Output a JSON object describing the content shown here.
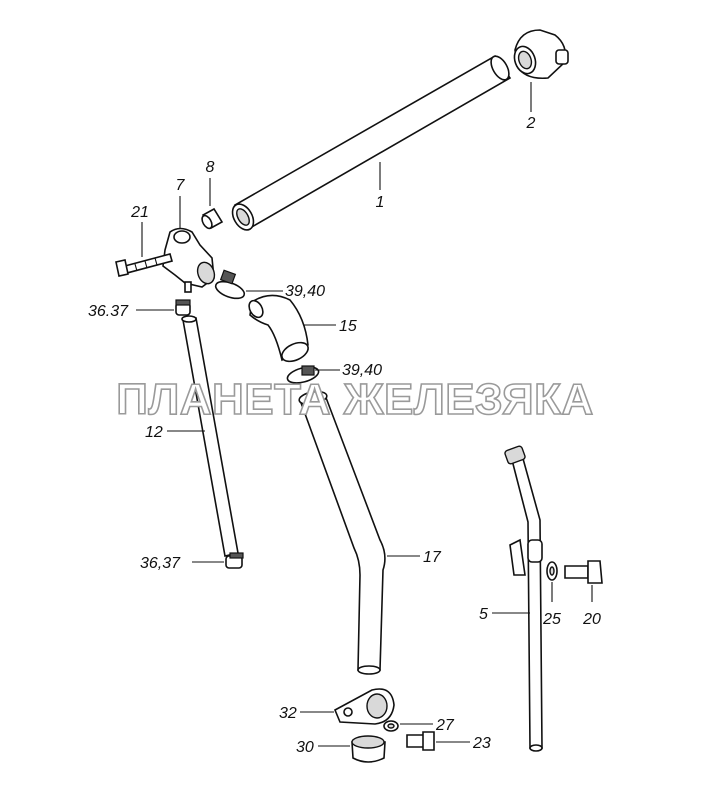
{
  "watermark": "ПЛАНЕТА ЖЕЛЕЗЯКА",
  "callouts": {
    "c1": "1",
    "c2": "2",
    "c5": "5",
    "c7": "7",
    "c8": "8",
    "c12": "12",
    "c15": "15",
    "c17": "17",
    "c20": "20",
    "c21": "21",
    "c23": "23",
    "c25": "25",
    "c27": "27",
    "c30": "30",
    "c32": "32",
    "c3637_top": "36.37",
    "c3637_bottom": "36,37",
    "c3940_top": "39,40",
    "c3940_bottom": "39,40"
  },
  "colors": {
    "line": "#111111",
    "watermark_outline": "#9a9a9a"
  }
}
